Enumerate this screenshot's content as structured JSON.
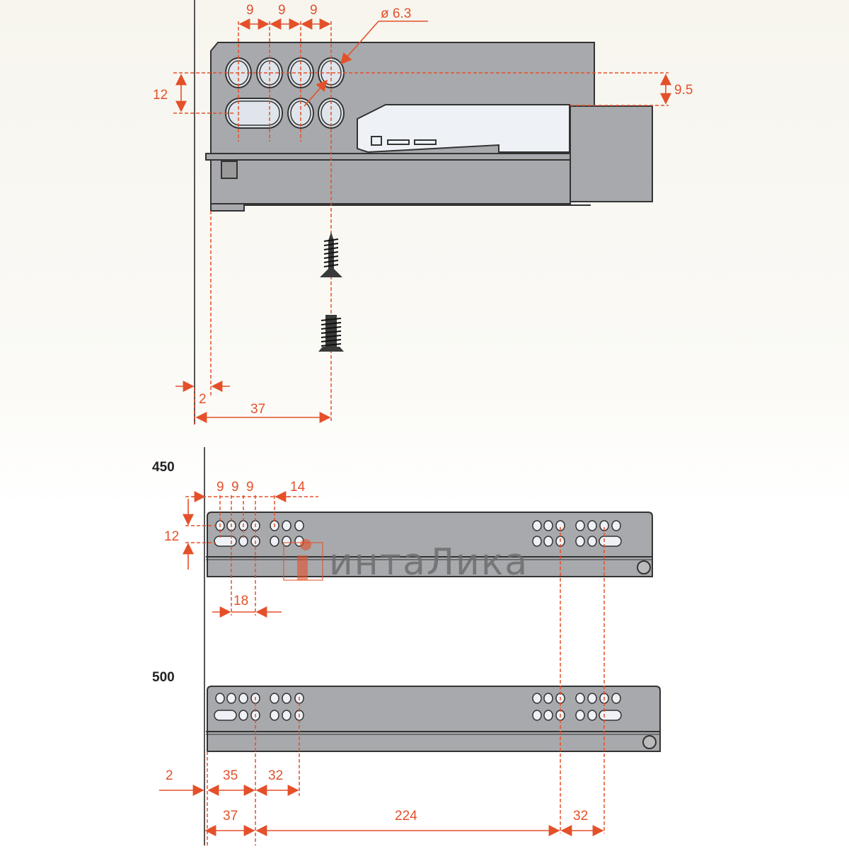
{
  "top_view": {
    "pitch_labels": [
      "9",
      "9",
      "9"
    ],
    "hole_diameter": "ø 6.3",
    "row_spacing": "12",
    "rail_offset": "9.5",
    "wall_gap": "2",
    "screw_distance": "37"
  },
  "rail_450": {
    "length_label": "450",
    "pitch_labels": [
      "9",
      "9",
      "9"
    ],
    "offset_label": "14",
    "row_spacing": "12",
    "slot_spacing": "18"
  },
  "rail_500": {
    "length_label": "500"
  },
  "bottom_dims": {
    "wall_gap": "2",
    "first": "35",
    "second": "32",
    "front": "37",
    "middle": "224",
    "rear": "32"
  },
  "watermark": "интаЛика",
  "colors": {
    "dimension": "#e4502a",
    "rail": "#a8a9ac",
    "outline": "#333333"
  }
}
